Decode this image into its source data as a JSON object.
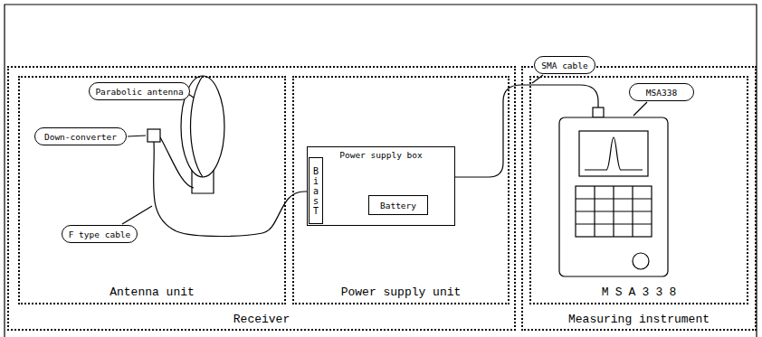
{
  "diagram": {
    "nodes": [
      {
        "text": [
          "Receiver"
        ]
      },
      {
        "text": [
          "Antenna unit"
        ],
        "in": 0
      },
      {
        "text": [
          "Parabolic antenna"
        ],
        "in": 1
      },
      {
        "text": [
          "Down-converter"
        ],
        "in": 1
      },
      {
        "text": [
          "F type cable"
        ],
        "in": 1
      },
      {
        "text": [
          "Power supply unit"
        ],
        "in": 0
      },
      {
        "text": [
          "Power supply box"
        ],
        "in": 5
      },
      {
        "text": [
          "Bias T"
        ],
        "in": 6
      },
      {
        "text": [
          "Battery"
        ],
        "in": 6
      },
      {
        "text": [
          "Measuring instrument"
        ]
      },
      {
        "text": [
          "SMA cable"
        ],
        "in": 9
      },
      {
        "text": [
          "MSA338"
        ],
        "in": 9
      },
      {
        "text": [
          "MSA338"
        ],
        "in": 11
      }
    ],
    "edges": [
      {
        "from": 7,
        "to": 8,
        "arrow": "none"
      }
    ]
  }
}
